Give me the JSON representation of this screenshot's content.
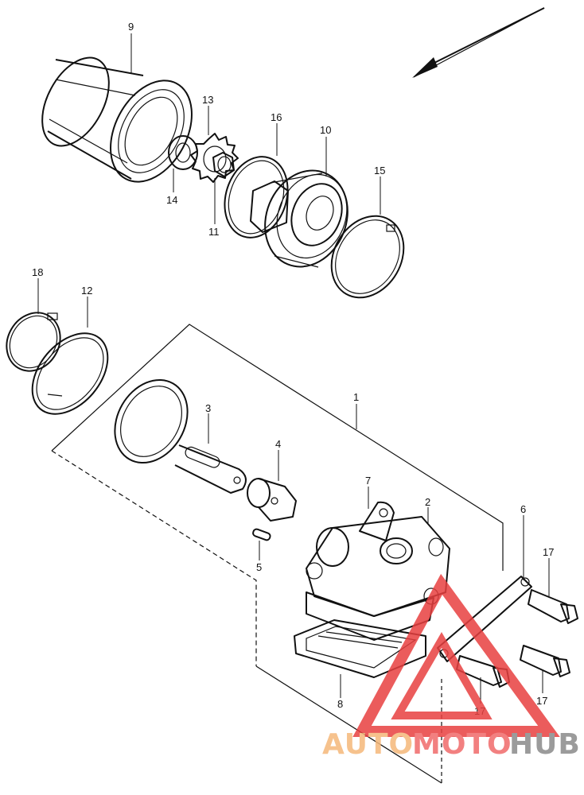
{
  "callouts": {
    "c1": "1",
    "c2": "2",
    "c3": "3",
    "c4": "4",
    "c5": "5",
    "c6": "6",
    "c7": "7",
    "c8": "8",
    "c9": "9",
    "c10": "10",
    "c11": "11",
    "c12": "12",
    "c13": "13",
    "c14": "14",
    "c15": "15",
    "c16": "16",
    "c17a": "17",
    "c17b": "17",
    "c17c": "17",
    "c18": "18"
  },
  "watermark": {
    "auto": "AUTO",
    "moto": "MOTO",
    "hub": "HUB",
    "auto_color": "#f5b87a",
    "moto_color": "#f06a6a",
    "hub_color": "#8a8a8a",
    "triangle_color": "#e84040"
  }
}
